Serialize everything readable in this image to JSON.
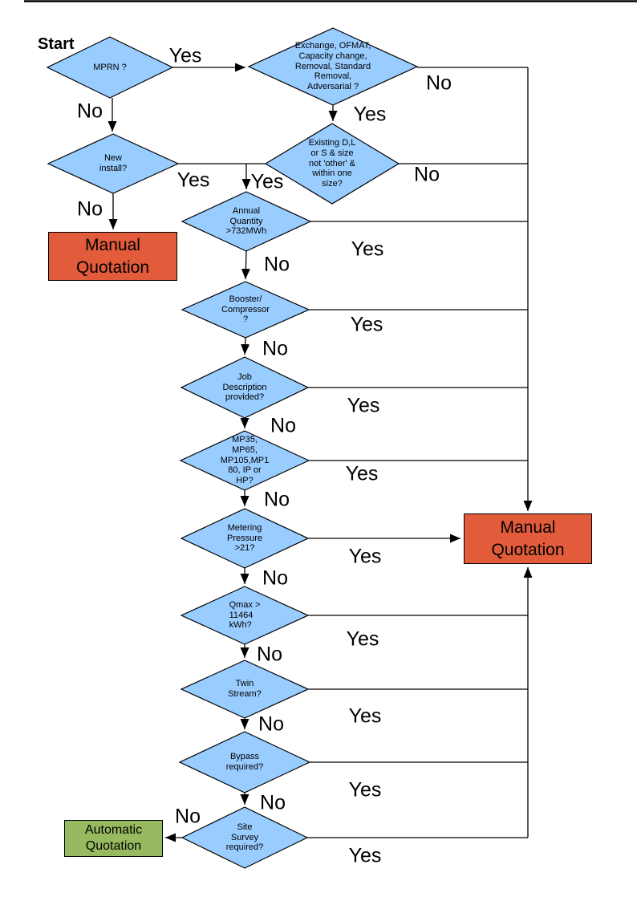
{
  "page": {
    "start_label": "Start"
  },
  "labels": {
    "yes": "Yes",
    "no": "No"
  },
  "colors": {
    "decision_fill": "#99CCFF",
    "decision_border": "#000000",
    "manual_fill": "#E25B3B",
    "auto_fill": "#97B95F",
    "box_border": "#000000",
    "line": "#000000"
  },
  "nodes": {
    "mprn": "MPRN ?",
    "exchange": "Exchange, OFMAT,\nCapacity change,\nRemoval, Standard\nRemoval,\nAdversarial ?",
    "existing": "Existing D,L\nor S & size\nnot 'other' &\nwithin one\nsize?",
    "new_install": "New\ninstall?",
    "annual_quantity": "Annual\nQuantity\n>732MWh",
    "booster": "Booster/\nCompressor\n?",
    "job_description": "Job\nDescription\nprovided?",
    "mp_sizes": "MP35,\nMP65,\nMP105,MP1\n80, IP or\nHP?",
    "metering_pressure": "Metering\nPressure\n>21?",
    "qmax": "Qmax >\n11464\nkWh?",
    "twin_stream": "Twin\nStream?",
    "bypass": "Bypass\nrequired?",
    "site_survey": "Site\nSurvey\nrequired?",
    "manual_quotation_left": "Manual\nQuotation",
    "manual_quotation_right": "Manual\nQuotation",
    "automatic_quotation": "Automatic\nQuotation"
  }
}
